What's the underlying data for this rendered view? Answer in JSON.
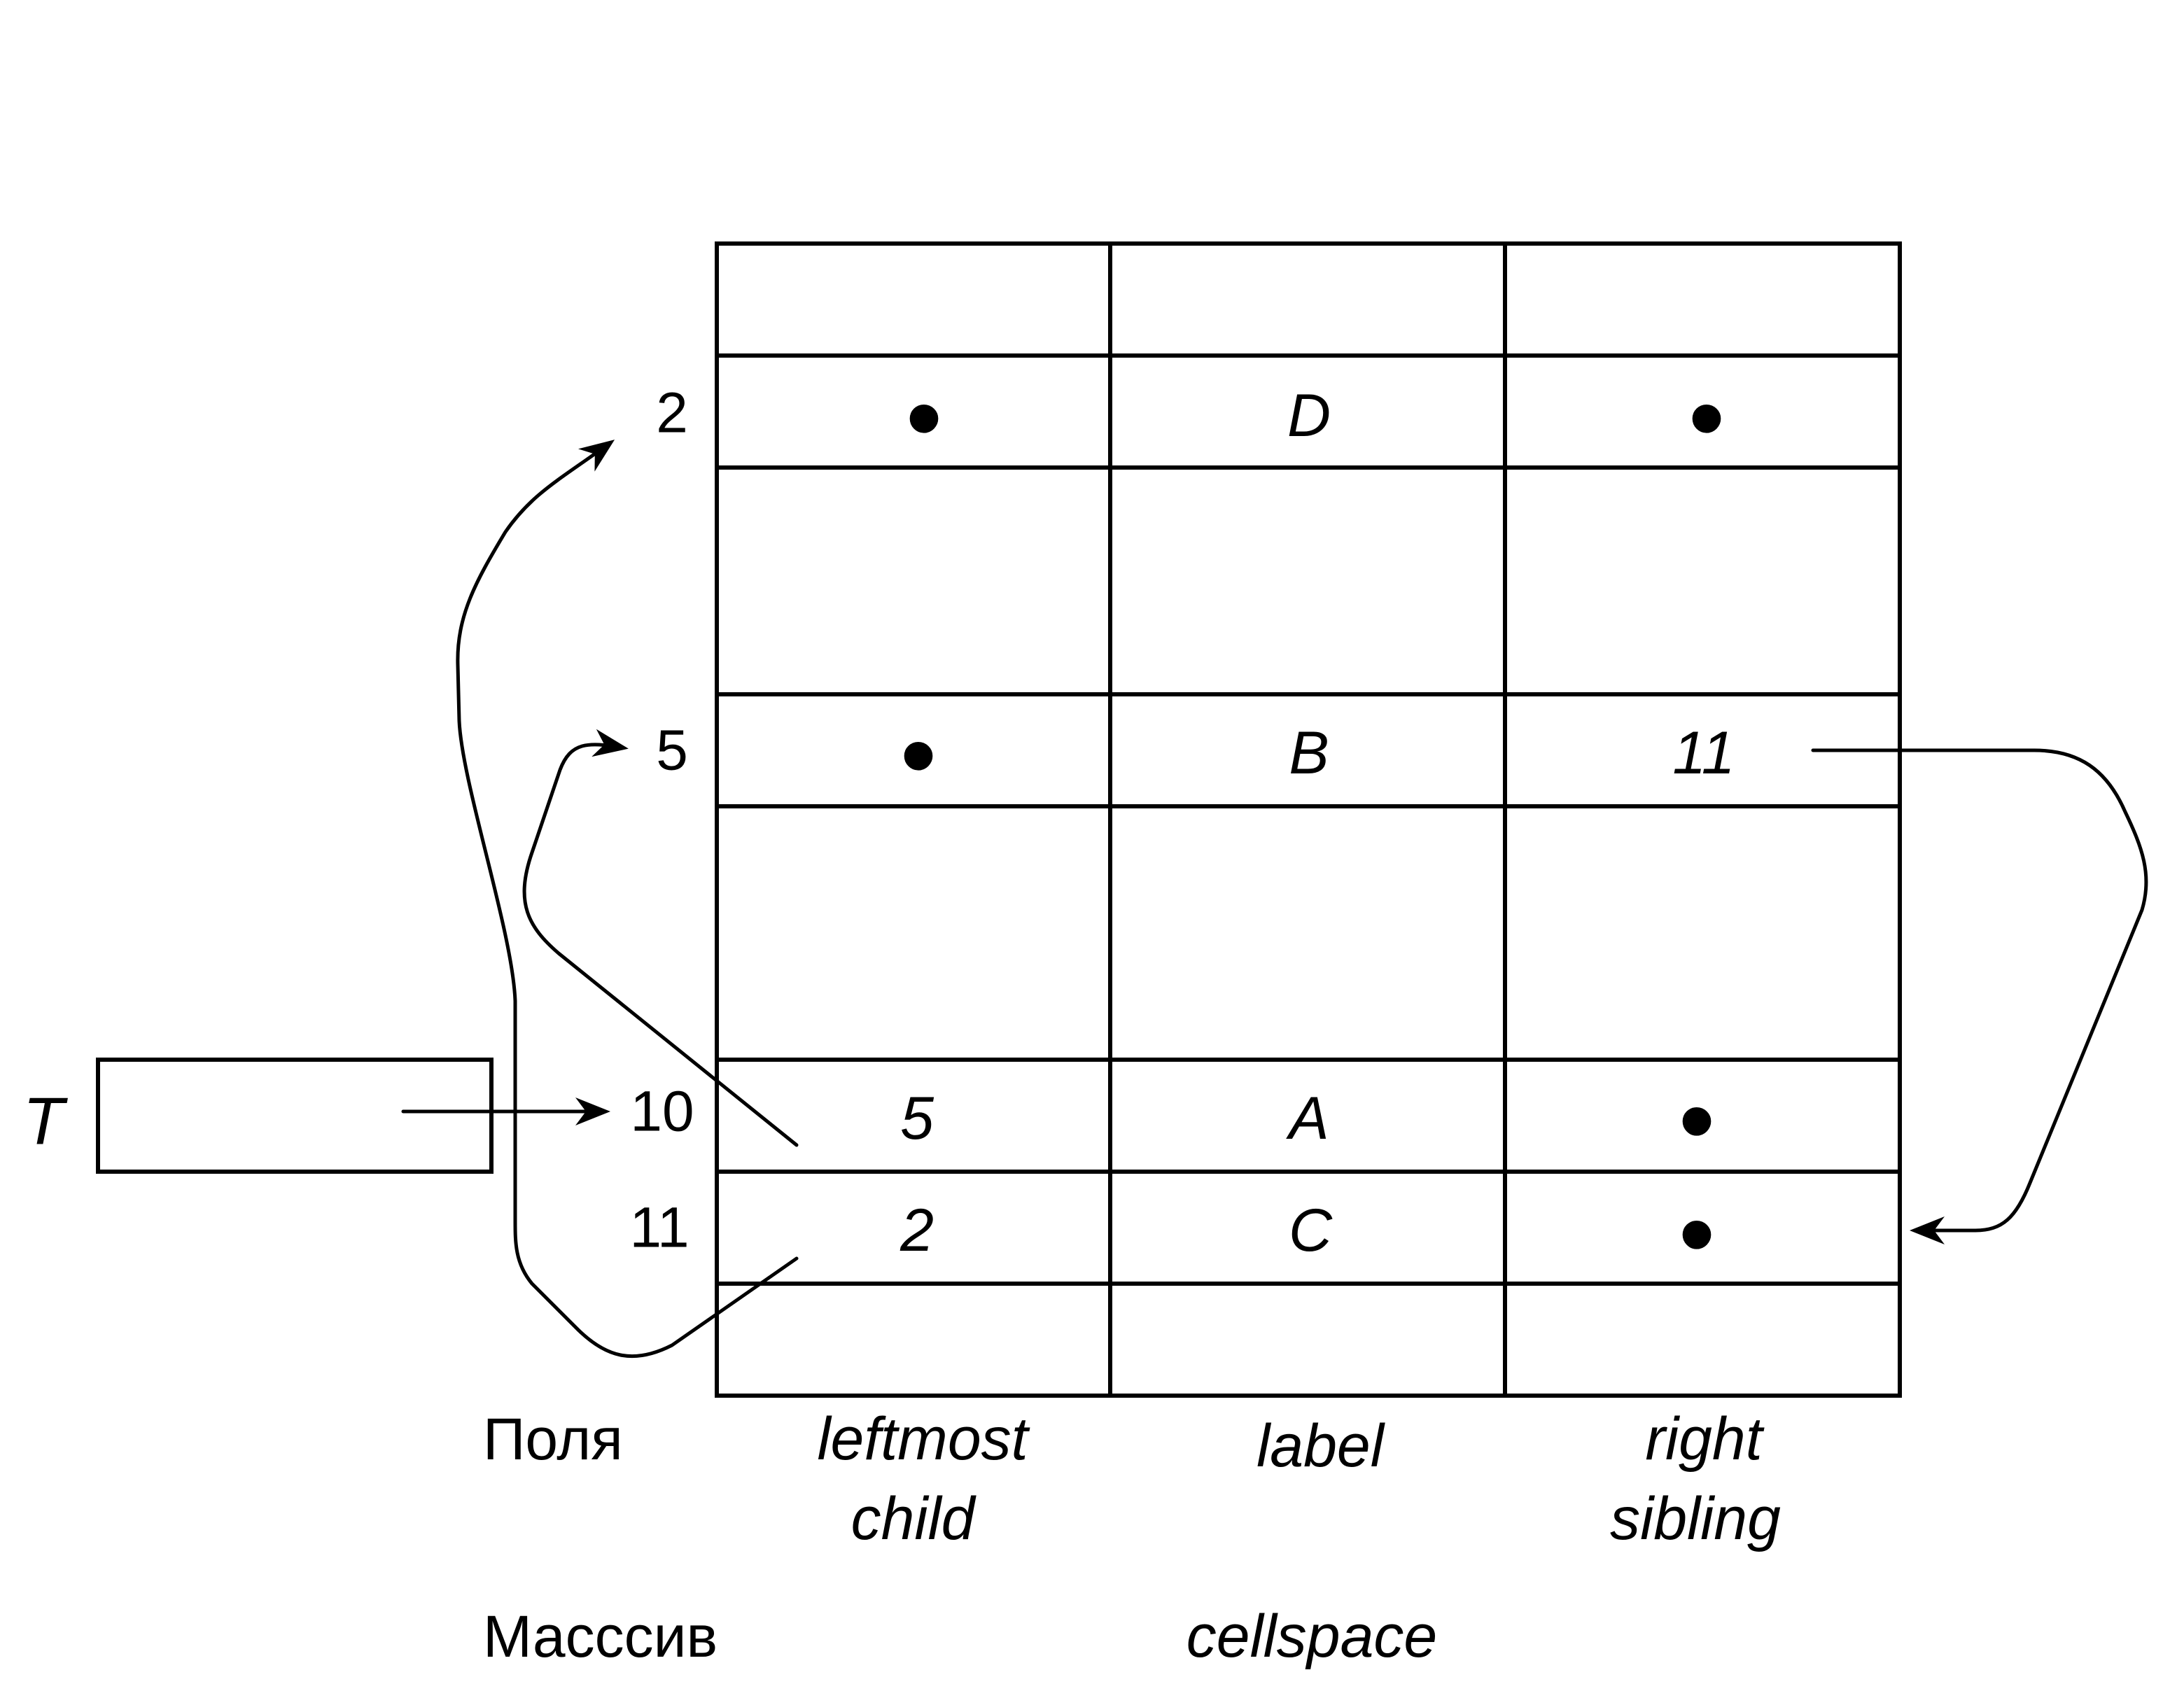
{
  "pointer": {
    "name": "T"
  },
  "row_indices": {
    "r2": "2",
    "r5": "5",
    "r10": "10",
    "r11": "11"
  },
  "cells": {
    "r2": {
      "leftmost_child": "•",
      "label": "D",
      "right_sibling": "•"
    },
    "r5": {
      "leftmost_child": "•",
      "label": "B",
      "right_sibling": "11"
    },
    "r10": {
      "leftmost_child": "5",
      "label": "A",
      "right_sibling": "•"
    },
    "r11": {
      "leftmost_child": "2",
      "label": "C",
      "right_sibling": "•"
    }
  },
  "fields": {
    "caption": "Поля",
    "leftmost_child": [
      "leftmost",
      "child"
    ],
    "label": "label",
    "right_sibling": [
      "right",
      "sibling"
    ]
  },
  "array": {
    "caption": "Масссив",
    "name": "cellspace"
  },
  "colors": {
    "ink": "#000000",
    "background": "#ffffff"
  }
}
